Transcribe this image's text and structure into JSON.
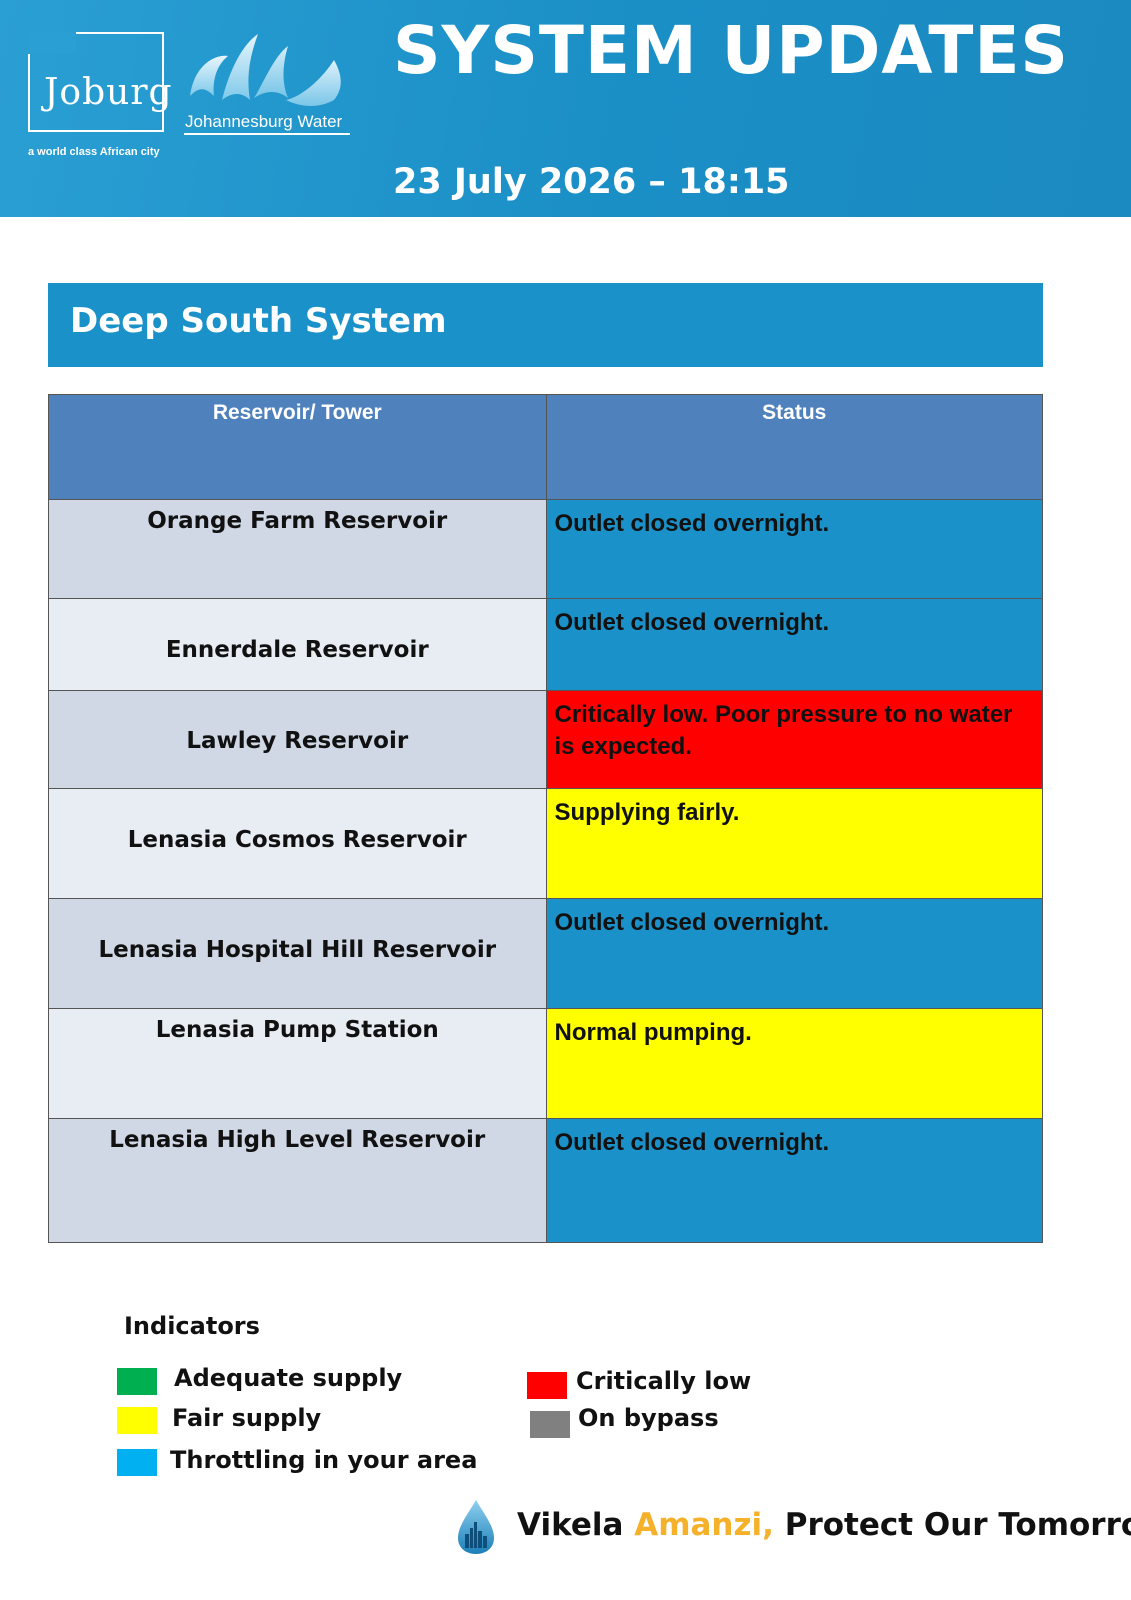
{
  "header": {
    "logo_joburg": {
      "text": "Joburg",
      "tagline": "a world class African city"
    },
    "logo_water": {
      "text": "Johannesburg Water"
    },
    "title": "SYSTEM UPDATES",
    "date": "23 July 2026 – 18:15"
  },
  "section": {
    "title": "Deep South System"
  },
  "table": {
    "columns": [
      "Reservoir/ Tower",
      "Status"
    ],
    "rows": [
      {
        "name": "Orange Farm Reservoir",
        "status": "Outlet closed overnight.",
        "color": "#1a91c8"
      },
      {
        "name": "Ennerdale Reservoir",
        "status": "Outlet closed overnight.",
        "color": "#1a91c8"
      },
      {
        "name": "Lawley Reservoir",
        "status": "Critically low. Poor pressure to no water is expected.",
        "color": "#ff0000"
      },
      {
        "name": "Lenasia Cosmos Reservoir",
        "status": "Supplying fairly.",
        "color": "#ffff00"
      },
      {
        "name": "Lenasia Hospital Hill Reservoir",
        "status": "Outlet closed overnight.",
        "color": "#1a91c8"
      },
      {
        "name": "Lenasia Pump Station",
        "status": "Normal pumping.",
        "color": "#ffff00"
      },
      {
        "name": "Lenasia High Level Reservoir",
        "status": "Outlet closed overnight.",
        "color": "#1a91c8"
      }
    ]
  },
  "legend": {
    "title": "Indicators",
    "items": [
      {
        "label": "Adequate supply",
        "color": "#00b050"
      },
      {
        "label": "Fair supply",
        "color": "#ffff00"
      },
      {
        "label": "Throttling in your area",
        "color": "#00b0f0"
      },
      {
        "label": "Critically low",
        "color": "#ff0000"
      },
      {
        "label": "On bypass",
        "color": "#808080"
      }
    ]
  },
  "footer": {
    "slogan_part1": "Vikela ",
    "slogan_accent": "Amanzi,",
    "slogan_part2": " Protect Our Tomorrow",
    "icon": "water-drop-city-icon"
  }
}
